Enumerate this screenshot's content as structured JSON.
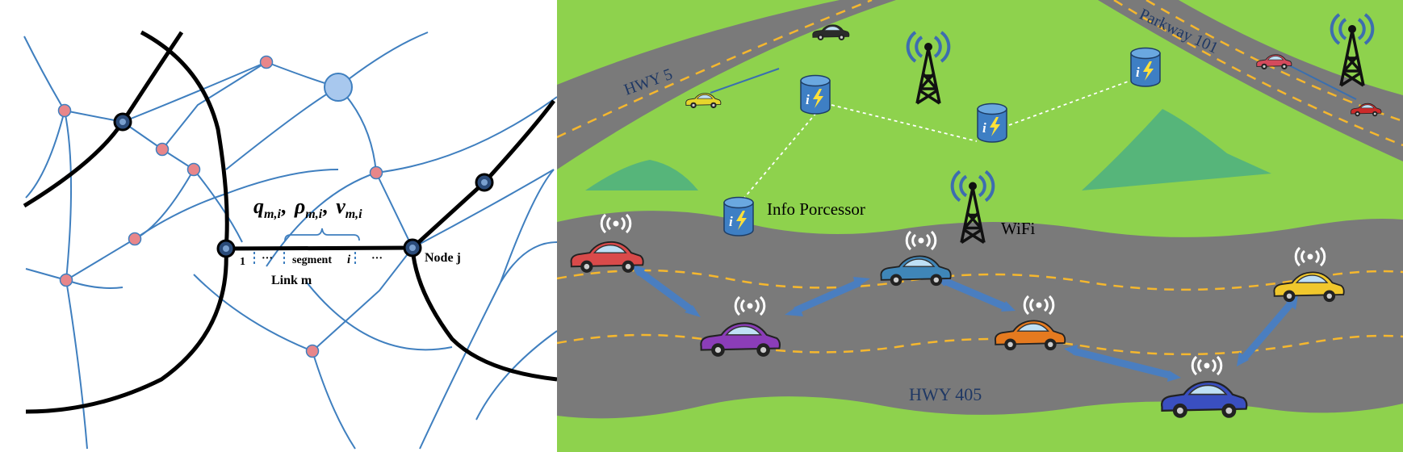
{
  "left_panel": {
    "formula": {
      "q": "q",
      "q_sub": "m,i",
      "rho": "ρ",
      "rho_sub": "m,i",
      "v": "v",
      "v_sub": "m,i",
      "sep": ","
    },
    "segment_start": "1",
    "dots": "···",
    "segment_label": "segment",
    "segment_index": "i",
    "node_label": "Node j",
    "link_label": "Link m"
  },
  "right_panel": {
    "highways": [
      "HWY 5",
      "Parkway 101",
      "HWY 405"
    ],
    "info_processor_label": "Info Porcessor",
    "wifi_label": "WiFi",
    "colors": {
      "grass": "#8ed24d",
      "road": "#7a7a7a",
      "lane": "#f5b72e",
      "arrow": "#4a7ec0",
      "link": "#3a6fb0"
    }
  }
}
